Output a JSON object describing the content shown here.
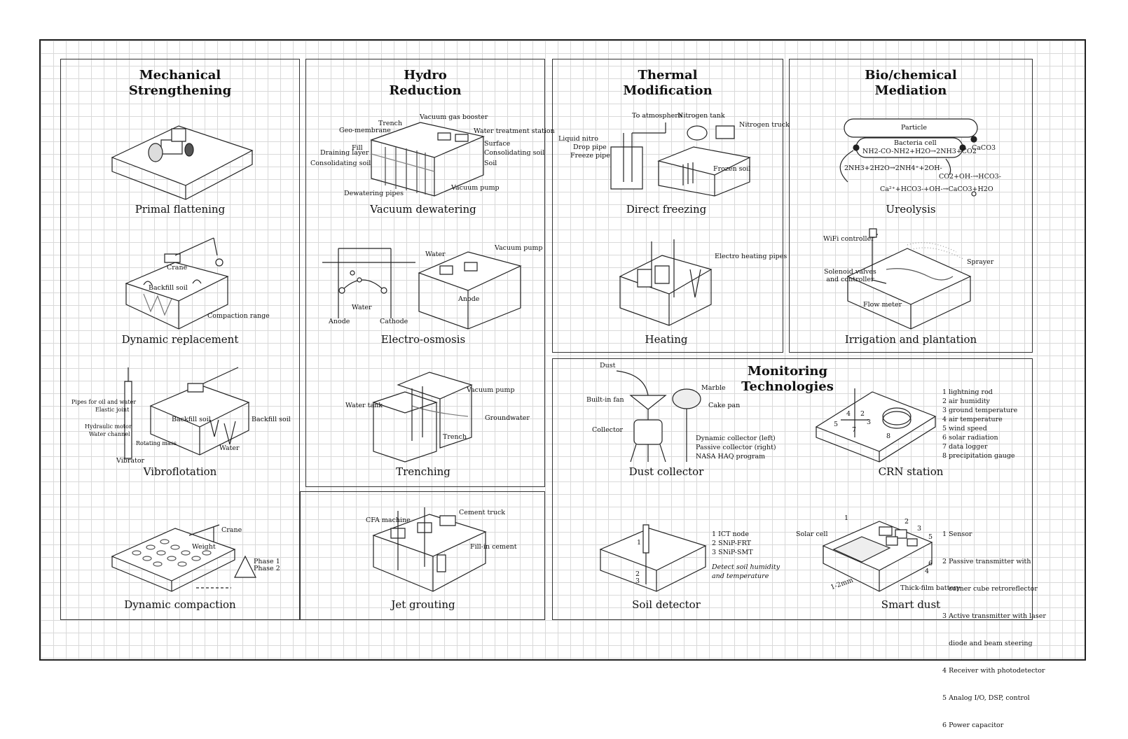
{
  "categories": {
    "mechanical": "Mechanical\nStrengthening",
    "hydro": "Hydro\nReduction",
    "thermal": "Thermal\nModification",
    "bio": "Bio/chemical\nMediation",
    "monitoring": "Monitoring\nTechnologies"
  },
  "techniques": {
    "primal_flattening": "Primal flattening",
    "dynamic_replacement": "Dynamic replacement",
    "vibroflotation": "Vibroflotation",
    "dynamic_compaction": "Dynamic compaction",
    "vacuum_dewatering": "Vacuum dewatering",
    "electro_osmosis": "Electro-osmosis",
    "trenching": "Trenching",
    "jet_grouting": "Jet grouting",
    "direct_freezing": "Direct freezing",
    "heating": "Heating",
    "ureolysis": "Ureolysis",
    "irrigation": "Irrigation and plantation",
    "dust_collector": "Dust collector",
    "crn_station": "CRN station",
    "soil_detector": "Soil detector",
    "smart_dust": "Smart dust"
  },
  "labels": {
    "crane": "Crane",
    "backfill_soil": "Backfill soil",
    "compaction_range": "Compaction range",
    "pipes_oil_water": "Pipes for oil and water",
    "elastic_joint": "Elastic joint",
    "hydraulic_motor": "Hydraulic motor",
    "water_channel": "Water channel",
    "rotating_mass": "Rotating mass",
    "vibrator": "Vibrator",
    "water": "Water",
    "weight": "Weight",
    "phase1": "Phase 1",
    "phase2": "Phase 2",
    "trench": "Trench",
    "vacuum_gas_booster": "Vacuum gas booster",
    "geo_membrane": "Geo-membrane",
    "water_treatment": "Water treatment station",
    "fill": "Fill",
    "surface": "Surface",
    "draining_layer": "Draining layer",
    "consolidating_soil": "Consolidating soil",
    "soil": "Soil",
    "dewatering_pipes": "Dewatering pipes",
    "vacuum_pump": "Vacuum pump",
    "anode": "Anode",
    "cathode": "Cathode",
    "water_tank": "Water tank",
    "groundwater": "Groundwater",
    "cfa_machine": "CFA machine",
    "cement_truck": "Cement truck",
    "fill_in_cement": "Fill-in cement",
    "to_atmosphere": "To atmosphere",
    "nitrogen_tank": "Nitrogen tank",
    "nitrogen_truck": "Nitrogen truck",
    "liquid_nitro": "Liquid nitro",
    "drop_pipe": "Drop pipe",
    "freeze_pipe": "Freeze pipe",
    "frozen_soil": "Frozen soil",
    "electro_heating": "Electro heating pipes",
    "particle": "Particle",
    "bacteria_cell": "Bacteria cell",
    "caco3": "CaCO3",
    "eq1": "NH2-CO-NH2+H2O→2NH3+CO2",
    "eq2": "2NH3+2H2O→2NH4⁺+2OH-",
    "eq3": "CO2+OH-→HCO3-",
    "eq4": "Ca²⁺+HCO3-+OH-→CaCO3+H2O",
    "wifi_controller": "WiFi controller",
    "solenoid": "Solenoid valves\nand controller",
    "sprayer": "Sprayer",
    "flow_meter": "Flow meter",
    "dust": "Dust",
    "builtin_fan": "Built-in fan",
    "collector": "Collector",
    "marble": "Marble",
    "cake_pan": "Cake pan",
    "dust_notes": [
      "Dynamic collector (left)",
      "Passive collector (right)",
      "NASA HAQ program"
    ],
    "solar_cell": "Solar cell",
    "thick_film": "Thick-film battery",
    "size_2mm": "1-2mm"
  },
  "crn_list": [
    "1 lightning rod",
    "2 air humidity",
    "3 ground temperature",
    "4 air temperature",
    "5 wind speed",
    "6 solar radiation",
    "7 data logger",
    "8 precipitation gauge"
  ],
  "soil_list": [
    "1 ICT node",
    "2 SNiP-FRT",
    "3 SNiP-SMT"
  ],
  "soil_note": [
    "Detect soil humidity",
    "and temperature"
  ],
  "smart_list": [
    "1 Sensor",
    "2 Passive transmitter with",
    "   corner cube retroreflector",
    "3 Active transmitter with laser",
    "   diode and beam steering",
    "4 Receiver with photodetector",
    "5 Analog I/O, DSP, control",
    "6 Power capacitor"
  ],
  "numbers": {
    "n1": "1",
    "n2": "2",
    "n3": "3",
    "n4": "4",
    "n5": "5",
    "n6": "6",
    "n7": "7",
    "n8": "8"
  }
}
